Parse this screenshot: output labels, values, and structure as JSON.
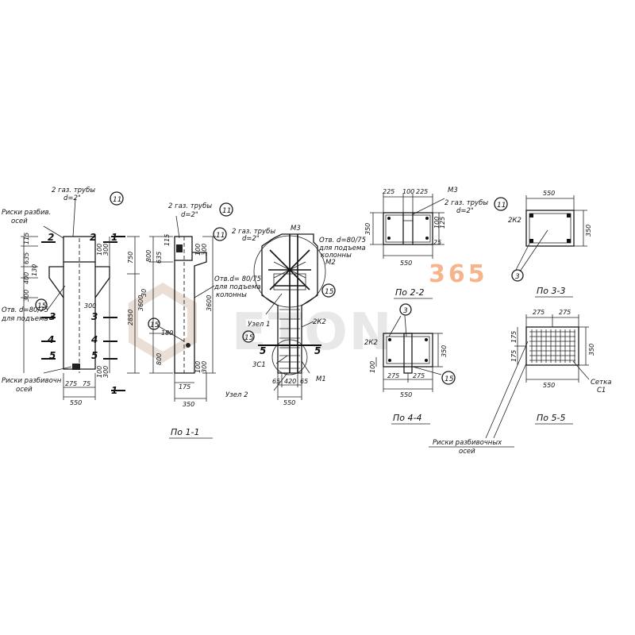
{
  "watermark": {
    "number": "365",
    "word": "ETON",
    "color": "#f5b48a"
  },
  "view_1": {
    "label_pipes": "2 газ. трубы",
    "label_pipes_d": "d=2\"",
    "label_axis_marks": "Риски разбив.",
    "label_axis_marks2": "осей",
    "label_hole": "Отв. d=80/75",
    "label_hole2": "для подъема",
    "label_axis_bottom": "Риски разбивочн",
    "label_axis_bottom2": "осей",
    "circle_11": "11",
    "circle_15": "15",
    "sec_1": "1",
    "sec_2": "2",
    "sec_3": "3",
    "sec_4": "4",
    "sec_5": "5",
    "d_115": "115",
    "d_635": "635",
    "d_400": "400",
    "d_130": "130",
    "d_300": "300",
    "d_100a": "100",
    "d_300a": "300",
    "d_300b": "300",
    "d_100b": "100",
    "d_300c": "300",
    "d_275": "275",
    "d_75": "75",
    "d_550": "550",
    "d_750": "750",
    "d_2850": "2850",
    "d_3600": "3600",
    "d_30": "30"
  },
  "view_2": {
    "label_pipes": "2 газ. трубы",
    "label_pipes_d": "d=2\"",
    "label_hole": "Отв.d= 80/75",
    "label_hole2": "для подъема",
    "label_hole3": "колонны",
    "circle_11": "11",
    "circle_15": "15",
    "d_800a": "800",
    "d_635": "635",
    "d_115": "115",
    "d_100": "100",
    "d_300": "300",
    "d_800b": "800",
    "d_3600": "3600",
    "d_180": "180",
    "d_175": "175",
    "d_100b": "100",
    "d_300b": "300",
    "d_350": "350",
    "title": "По 1-1"
  },
  "view_3": {
    "label_pipes": "2 газ. трубы",
    "label_pipes_d": "d=2\"",
    "circle_11": "11",
    "m3": "М3",
    "label_hole": "Отв. d=80/75",
    "label_hole2": "для подъема",
    "label_hole3": "колонны",
    "m2": "М2",
    "circle_15a": "15",
    "node_1": "Узел 1",
    "k2": "2К2",
    "circle_15b": "15",
    "sec_5a": "5",
    "sec_5b": "5",
    "c1": "3С1",
    "m1": "М1",
    "node_2": "Узел 2",
    "d_65a": "65",
    "d_420": "420",
    "d_65b": "65",
    "d_550": "550"
  },
  "section_22": {
    "d_225a": "225",
    "d_100": "100",
    "d_225b": "225",
    "m3": "М3",
    "label_pipes": "2 газ. трубы",
    "label_pipes_d": "d=2\"",
    "circle_11": "11",
    "d_350": "350",
    "d_125": "125",
    "d_25": "25",
    "d_550": "550",
    "title": "По 2-2"
  },
  "section_33": {
    "d_550": "550",
    "k2": "2К2",
    "d_350": "350",
    "circle_3": "3",
    "title": "По 3-3"
  },
  "section_44": {
    "k2": "2К2",
    "circle_3": "3",
    "d_350": "350",
    "d_100": "100",
    "d_275a": "275",
    "d_275b": "275",
    "d_550": "550",
    "circle_15": "15",
    "title": "По 4-4"
  },
  "section_55": {
    "d_275a": "275",
    "d_275b": "275",
    "d_175a": "175",
    "d_175b": "175",
    "d_350": "350",
    "d_550": "550",
    "mesh": "Сетка",
    "mesh_id": "С1",
    "title": "По 5-5"
  },
  "footer": {
    "axis_marks": "Риски разбивочных",
    "axis_marks2": "осей"
  }
}
